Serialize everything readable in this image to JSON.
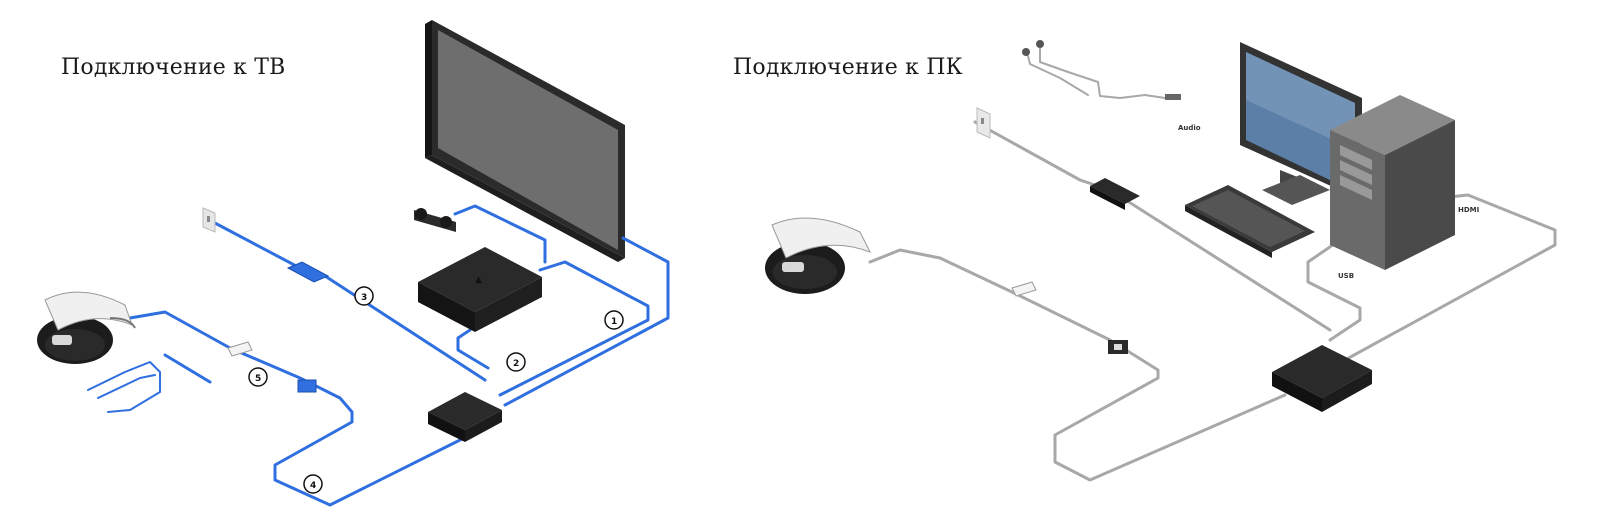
{
  "panels": {
    "tv": {
      "title": "Подключение к ТВ",
      "accent_color": "#2f6fe0",
      "cable_numbers": [
        "1",
        "2",
        "3",
        "4",
        "5"
      ]
    },
    "pc": {
      "title": "Подключение к ПК",
      "accent_color": "#9a9a9a",
      "labels": {
        "audio": "Audio",
        "hdmi": "HDMI",
        "usb": "USB"
      }
    }
  },
  "icons": [
    "vr-headset-icon",
    "tv-monitor-icon",
    "camera-icon",
    "console-icon",
    "processor-unit-icon",
    "power-outlet-icon",
    "power-adapter-icon",
    "earphones-icon",
    "desktop-monitor-icon",
    "keyboard-icon",
    "pc-tower-icon"
  ]
}
